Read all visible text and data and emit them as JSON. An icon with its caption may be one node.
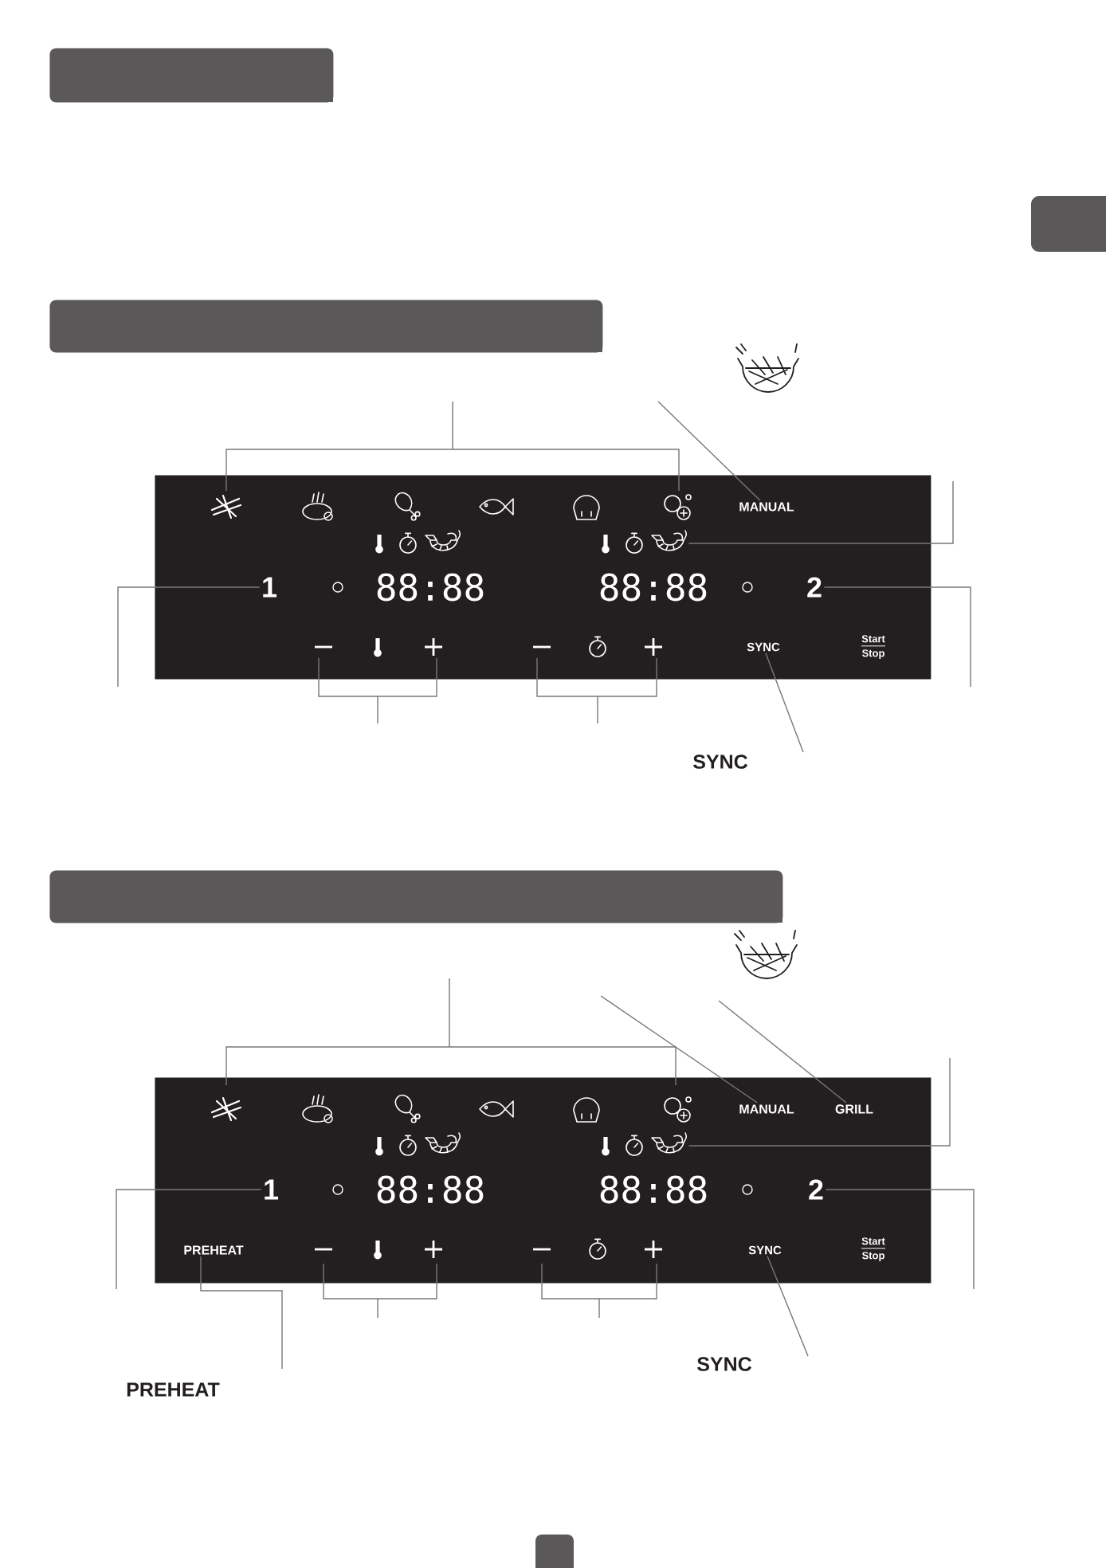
{
  "diagram": {
    "nodes": [
      {
        "text": [],
        "shape": "bar"
      },
      {
        "text": [],
        "shape": "bar"
      },
      {
        "text": [
          "88:88",
          "88:88",
          "Start Stop"
        ]
      },
      {
        "text": [
          "MANUAL"
        ],
        "in": 2
      },
      {
        "text": [],
        "shape": "picture",
        "in": 2
      },
      {
        "text": [
          "1"
        ],
        "in": 2
      },
      {
        "text": [
          "2"
        ],
        "in": 2
      },
      {
        "text": [
          "SYNC"
        ],
        "in": 2
      },
      {
        "text": [],
        "shape": "bar"
      },
      {
        "text": [
          "88:88",
          "88:88",
          "Start Stop"
        ]
      },
      {
        "text": [
          "MANUAL"
        ],
        "in": 9
      },
      {
        "text": [
          "GRILL"
        ],
        "in": 9
      },
      {
        "text": [],
        "shape": "picture",
        "in": 9
      },
      {
        "text": [
          "1"
        ],
        "in": 9
      },
      {
        "text": [
          "2"
        ],
        "in": 9
      },
      {
        "text": [
          "PREHEAT"
        ],
        "in": 9
      },
      {
        "text": [
          "SYNC"
        ],
        "in": 9
      }
    ],
    "edges": [
      {
        "from": null,
        "to": 3,
        "arrow": "none"
      },
      {
        "from": null,
        "to": 4,
        "arrow": "none"
      },
      {
        "from": null,
        "to": 5,
        "arrow": "none"
      },
      {
        "from": null,
        "to": 6,
        "arrow": "none"
      },
      {
        "from": null,
        "to": 7,
        "arrow": "none"
      },
      {
        "from": null,
        "to": 10,
        "arrow": "none"
      },
      {
        "from": null,
        "to": 11,
        "arrow": "none"
      },
      {
        "from": null,
        "to": 12,
        "arrow": "none"
      },
      {
        "from": null,
        "to": 13,
        "arrow": "none"
      },
      {
        "from": null,
        "to": 14,
        "arrow": "none"
      },
      {
        "from": null,
        "to": 15,
        "arrow": "none"
      },
      {
        "from": null,
        "to": 16,
        "arrow": "none"
      }
    ],
    "labels": [
      "SYNC",
      "PREHEAT",
      "SYNC"
    ]
  }
}
